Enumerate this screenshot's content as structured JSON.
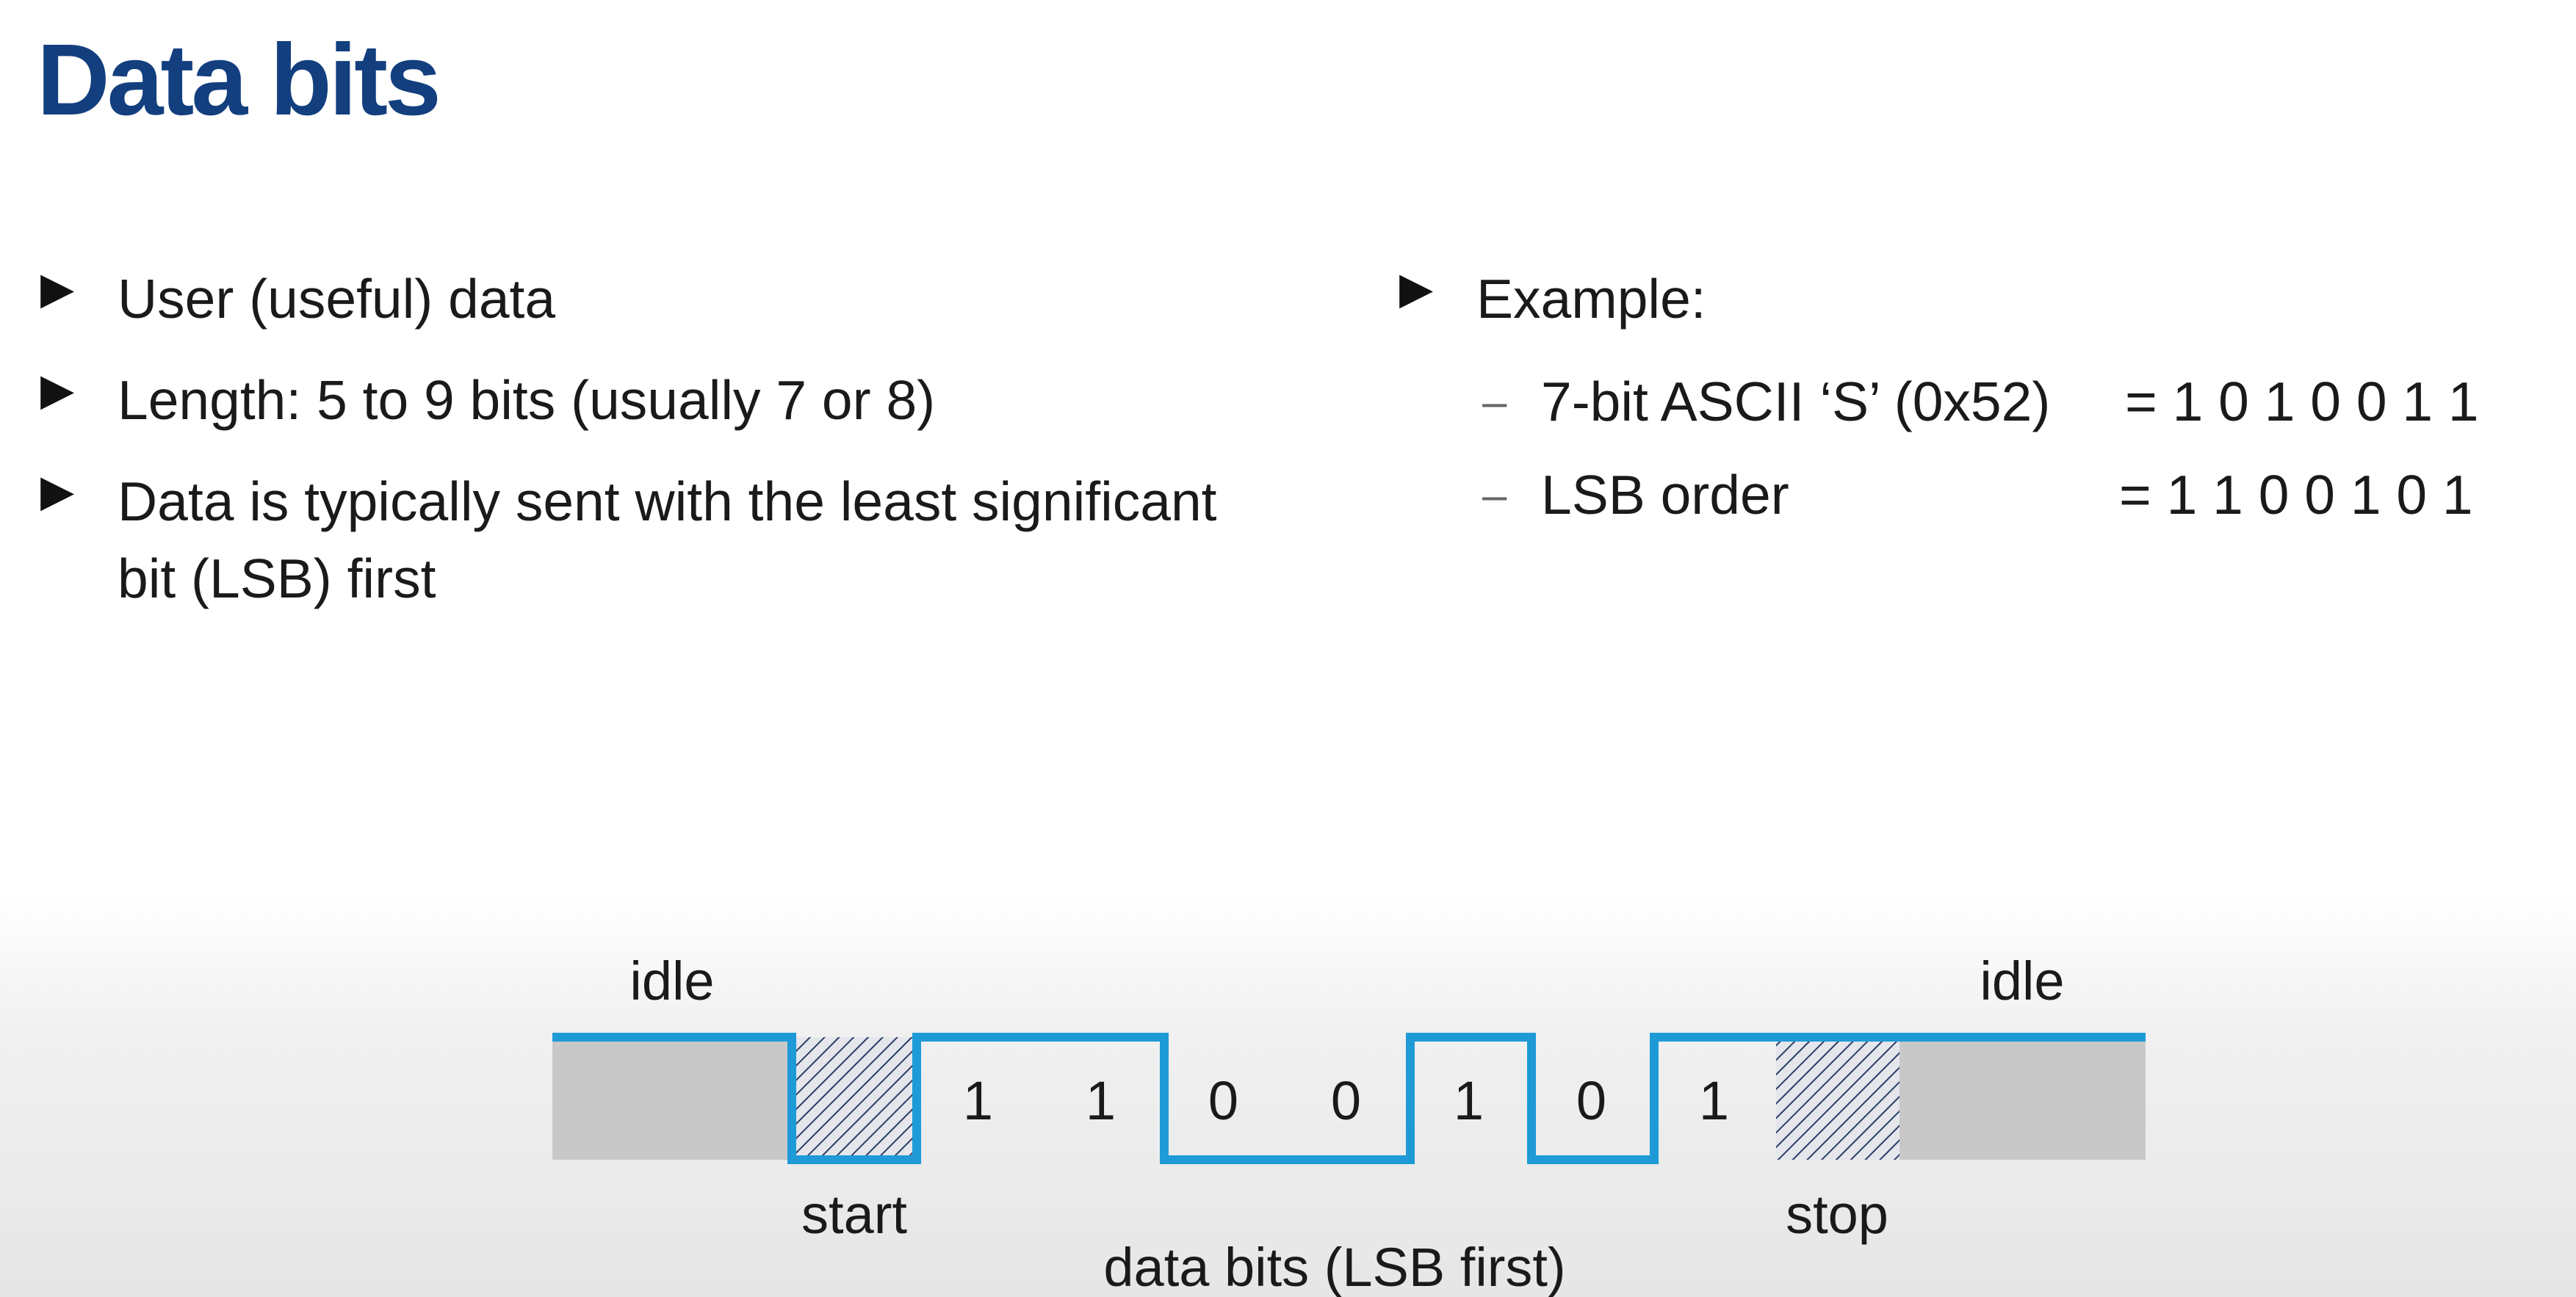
{
  "title": "Data bits",
  "left_bullets": [
    {
      "text": "User (useful) data"
    },
    {
      "text": "Length: 5 to 9 bits (usually 7 or 8)"
    },
    {
      "text": "Data is typically sent with the least significant bit (LSB) first"
    }
  ],
  "right": {
    "bullet": "Example:",
    "rows": [
      {
        "label": "7-bit ASCII ‘S’ (0x52)",
        "value": "= 1 0 1 0 0 1 1"
      },
      {
        "label": "LSB order",
        "value": "= 1 1 0 0 1 0 1"
      }
    ]
  },
  "diagram": {
    "idle_left": "idle",
    "idle_right": "idle",
    "start_label": "start",
    "stop_label": "stop",
    "data_label": "data bits (LSB first)",
    "bits": [
      "1",
      "1",
      "0",
      "0",
      "1",
      "0",
      "1"
    ],
    "colors": {
      "line": "#1e9ad6",
      "idle_fill": "#c8c8c8",
      "hatch": "#2c3e66"
    }
  }
}
